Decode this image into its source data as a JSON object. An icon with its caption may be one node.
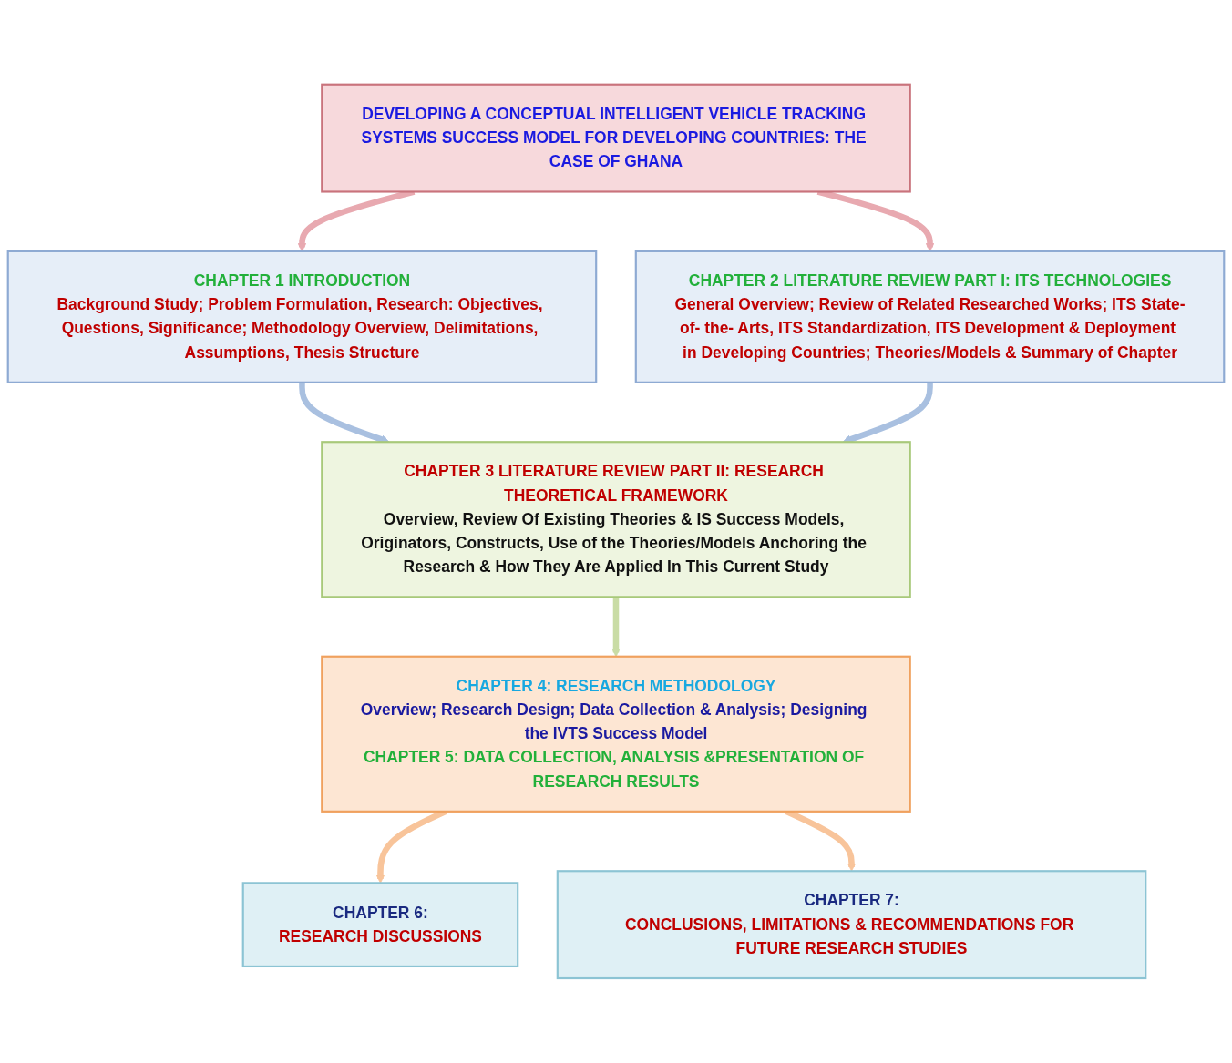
{
  "diagram": {
    "nodes": [
      {
        "text": [
          "DEVELOPING A CONCEPTUAL INTELLIGENT VEHICLE TRACKING SYSTEMS SUCCESS MODEL FOR DEVELOPING COUNTRIES: THE CASE OF GHANA"
        ]
      },
      {
        "text": [
          "CHAPTER 1 INTRODUCTION",
          "Background Study; Problem Formulation, Research: Objectives, Questions, Significance; Methodology Overview, Delimitations, Assumptions, Thesis Structure"
        ]
      },
      {
        "text": [
          "CHAPTER 2 LITERATURE REVIEW PART I: ITS TECHNOLOGIES",
          "General Overview; Review of Related Researched Works; ITS State-of- the- Arts, ITS Standardization, ITS Development & Deployment in Developing Countries; Theories/Models & Summary of Chapter"
        ]
      },
      {
        "text": [
          "CHAPTER 3 LITERATURE REVIEW PART II: RESEARCH THEORETICAL FRAMEWORK",
          "Overview, Review Of Existing Theories & IS Success Models, Originators, Constructs, Use of the Theories/Models Anchoring the Research & How They Are Applied In This Current Study"
        ]
      },
      {
        "text": [
          "CHAPTER 4: RESEARCH METHODOLOGY",
          "Overview; Research Design; Data Collection & Analysis; Designing the IVTS Success Model",
          "CHAPTER 5: DATA COLLECTION, ANALYSIS &PRESENTATION OF RESEARCH RESULTS"
        ]
      },
      {
        "text": [
          "CHAPTER 6:",
          "RESEARCH DISCUSSIONS"
        ]
      },
      {
        "text": [
          "CHAPTER 7:",
          "CONCLUSIONS, LIMITATIONS & RECOMMENDATIONS FOR FUTURE RESEARCH STUDIES"
        ]
      }
    ],
    "edges": [
      {
        "from": 0,
        "to": 1,
        "arrow": "to",
        "color": "#e8a9b0"
      },
      {
        "from": 0,
        "to": 2,
        "arrow": "to",
        "color": "#e8a9b0"
      },
      {
        "from": 1,
        "to": 3,
        "arrow": "to",
        "color": "#a9c0e0"
      },
      {
        "from": 2,
        "to": 3,
        "arrow": "to",
        "color": "#a9c0e0"
      },
      {
        "from": 3,
        "to": 4,
        "arrow": "to",
        "color": "#c9dca5"
      },
      {
        "from": 4,
        "to": 5,
        "arrow": "to",
        "color": "#f8c49a"
      },
      {
        "from": 4,
        "to": 6,
        "arrow": "to",
        "color": "#f8c49a"
      }
    ]
  }
}
